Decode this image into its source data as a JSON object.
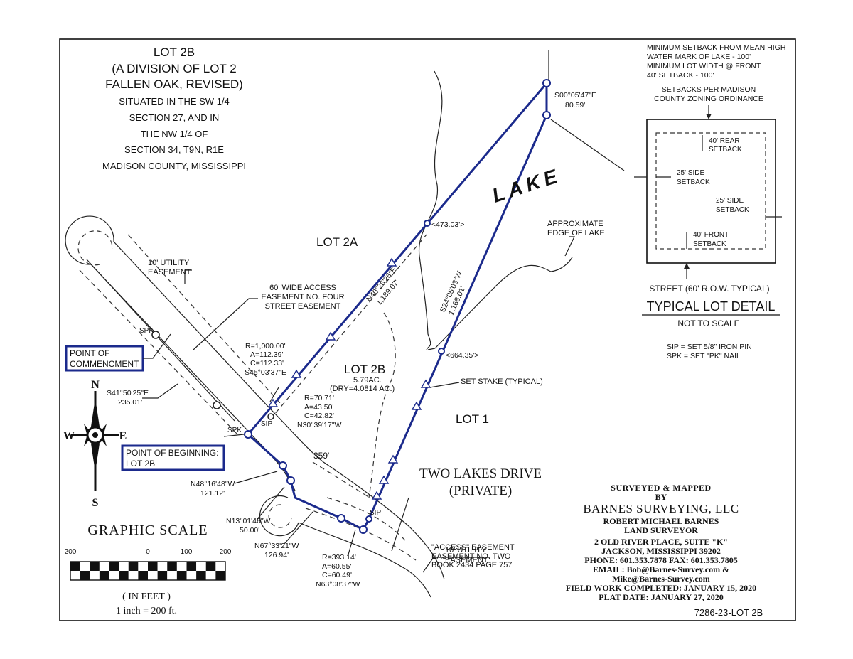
{
  "title": {
    "lines": [
      "LOT 2B",
      "(A DIVISION OF LOT 2",
      "FALLEN OAK, REVISED)",
      "SITUATED IN THE SW 1/4",
      "SECTION 27, AND IN",
      "THE NW 1/4 OF",
      "SECTION 34, T9N, R1E",
      "MADISON COUNTY, MISSISSIPPI"
    ]
  },
  "labels": {
    "lake": "LAKE",
    "lot_2a": "LOT 2A",
    "lot_2b": "LOT 2B",
    "lot_2b_area": "5.79AC.",
    "lot_2b_dry": "(DRY=4.0814  AC.)",
    "lot_1": "LOT 1",
    "approx_edge": [
      "APPROXIMATE",
      "EDGE OF LAKE"
    ],
    "utility_easement_top": [
      "10' UTILITY",
      "EASEMENT"
    ],
    "access_easement_four": [
      "60' WIDE ACCESS",
      "EASEMENT NO. FOUR",
      "STREET EASEMENT"
    ],
    "point_of_commencement": [
      "POINT OF",
      "COMMENCMENT"
    ],
    "point_of_beginning": [
      "POINT OF BEGINNING:",
      "LOT 2B"
    ],
    "two_lakes_drive": [
      "TWO LAKES DRIVE",
      "(PRIVATE)"
    ],
    "access_easement_two": [
      "\"ACCESS\" EASEMENT",
      "EASEMENT NO. TWO",
      "BOOK 2434 PAGE 757"
    ],
    "utility_easement_bottom": [
      "10' UTILITY",
      "EASEMENT"
    ],
    "set_stake": "SET STAKE (TYPICAL)",
    "spk": "SPK",
    "sip": "SIP"
  },
  "calls": {
    "north_segment": [
      "S00°05'47\"E",
      "80.59'"
    ],
    "dist_473": "<473.03'>",
    "dist_664": "<664.35'>",
    "n40": [
      "N40°26'26\"E",
      "1,189.07'"
    ],
    "s24": [
      "S24°05'03\"W",
      "1,168.01'"
    ],
    "curve1": [
      "R=1,000.00'",
      "A=112.39'",
      "C=112.33'",
      "S45°03'37\"E"
    ],
    "curve2": [
      "R=70.71'",
      "A=43.50'",
      "C=42.82'",
      "N30°39'17\"W"
    ],
    "dist_359": "359'",
    "s41": [
      "S41°50'25\"E",
      "235.01'"
    ],
    "n48": [
      "N48°16'48\"W",
      "121.12'"
    ],
    "n13": [
      "N13°01'46\"W",
      "50.00'"
    ],
    "n67": [
      "N67°33'21\"W",
      "126.94'"
    ],
    "curve3": [
      "R=393.14'",
      "A=60.55'",
      "C=60.49'",
      "N63°08'37\"W"
    ]
  },
  "setback_notes": {
    "top_lines": [
      "MINIMUM SETBACK FROM MEAN HIGH",
      "WATER MARK OF LAKE - 100'",
      "MINIMUM LOT WIDTH @ FRONT",
      "40' SETBACK - 100'"
    ],
    "per_madison": [
      "SETBACKS PER MADISON",
      "COUNTY ZONING ORDINANCE"
    ],
    "rear": [
      "40' REAR",
      "SETBACK"
    ],
    "side_left": [
      "25' SIDE",
      "SETBACK"
    ],
    "side_right": [
      "25' SIDE",
      "SETBACK"
    ],
    "front": [
      "40' FRONT",
      "SETBACK"
    ],
    "street": "STREET (60' R.O.W. TYPICAL)",
    "detail_title": "TYPICAL LOT DETAIL",
    "not_to_scale": "NOT TO SCALE"
  },
  "legend": {
    "sip": "SIP = SET 5/8\" IRON PIN",
    "spk": "SPK = SET \"PK\" NAIL"
  },
  "scale": {
    "title": "GRAPHIC  SCALE",
    "ticks": [
      "200",
      "0",
      "100",
      "200"
    ],
    "units": "( IN FEET )",
    "ratio": "1 inch  =  200 ft."
  },
  "compass": {
    "n": "N",
    "s": "S",
    "e": "E",
    "w": "W"
  },
  "surveyor": {
    "surveyed": "SURVEYED & MAPPED",
    "by": "BY",
    "company": "BARNES SURVEYING, LLC",
    "name": "ROBERT MICHAEL BARNES",
    "title": "LAND SURVEYOR",
    "address": "2 OLD RIVER PLACE, SUITE \"K\"",
    "city": "JACKSON, MISSISSIPPI 39202",
    "phone": "PHONE:  601.353.7878  FAX:  601.353.7805",
    "email1": "EMAIL:    Bob@Barnes-Survey.com &",
    "email2": "Mike@Barnes-Survey.com",
    "field_work": "FIELD WORK COMPLETED: JANUARY 15, 2020",
    "plat_date": "PLAT DATE: JANUARY 27, 2020"
  },
  "drawing_number": "7286-23-LOT 2B"
}
